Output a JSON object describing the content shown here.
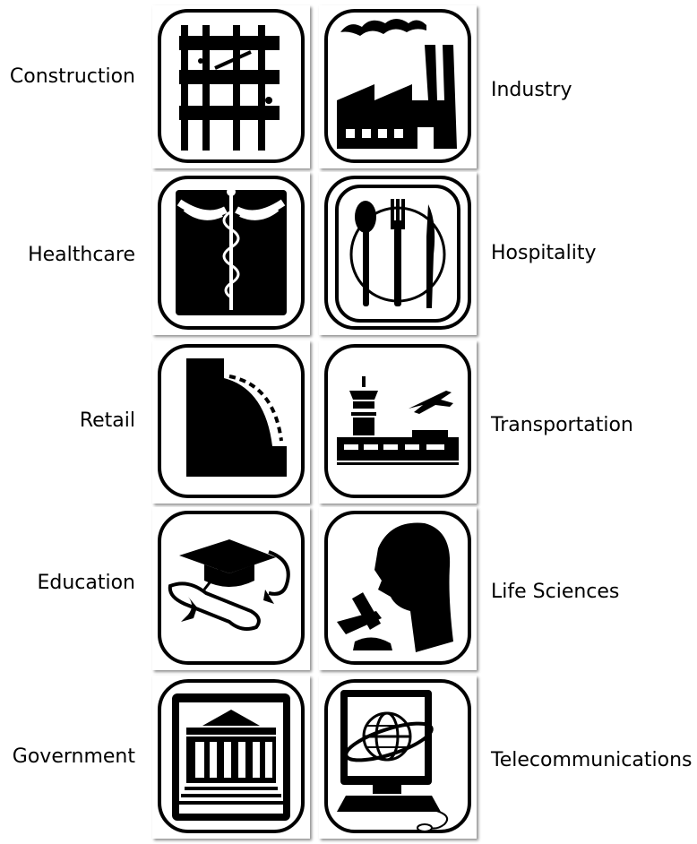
{
  "industries": {
    "construction": "Construction",
    "industry": "Industry",
    "healthcare": "Healthcare",
    "hospitality": "Hospitality",
    "retail": "Retail",
    "transportation": "Transportation",
    "education": "Education",
    "life_sciences": "Life Sciences",
    "government": "Government",
    "telecommunications": "Telecommunications"
  }
}
